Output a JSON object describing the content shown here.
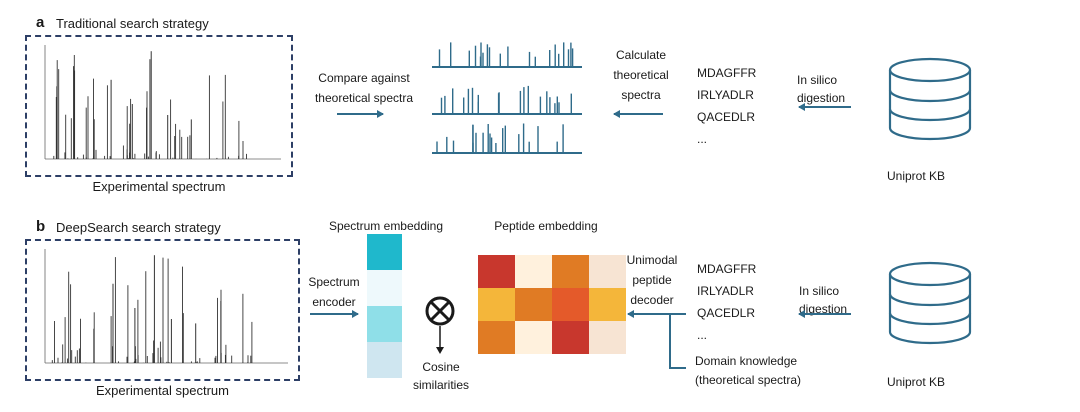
{
  "panel_a": {
    "letter": "a",
    "title": "Traditional search strategy",
    "spectrum_caption": "Experimental spectrum",
    "compare_text": [
      "Compare against",
      "theoretical spectra"
    ],
    "calculate_text": [
      "Calculate",
      "theoretical",
      "spectra"
    ],
    "peptides": [
      "MDAGFFR",
      "IRLYADLR",
      "QACEDLR",
      "..."
    ],
    "digestion_text": [
      "In silico",
      "digestion"
    ],
    "database_label": "Uniprot KB"
  },
  "panel_b": {
    "letter": "b",
    "title": "DeepSearch search strategy",
    "spectrum_caption": "Experimental spectrum",
    "spectrum_embedding_label": "Spectrum embedding",
    "peptide_embedding_label": "Peptide embedding",
    "encoder_text": [
      "Spectrum",
      "encoder"
    ],
    "cosine_text": [
      "Cosine",
      "similarities"
    ],
    "decoder_text": [
      "Unimodal",
      "peptide",
      "decoder"
    ],
    "peptides": [
      "MDAGFFR",
      "IRLYADLR",
      "QACEDLR",
      "..."
    ],
    "digestion_text": [
      "In silico",
      "digestion"
    ],
    "domain_text": [
      "Domain knowledge",
      "(theoretical spectra)"
    ],
    "database_label": "Uniprot KB"
  },
  "colors": {
    "arrow": "#2f6b8a",
    "dashed_border": "#2d3f66",
    "spectrum_embedding": [
      "#1fb8cc",
      "#eef9fc",
      "#8fdfe8",
      "#cfe6f0"
    ],
    "peptide_embedding": [
      [
        "#c8372d",
        "#fff1dd",
        "#e07b24",
        "#f7e4d3"
      ],
      [
        "#f4b63a",
        "#e07b24",
        "#e45a2a",
        "#f4b63a"
      ],
      [
        "#e07b24",
        "#fff1dd",
        "#c8372d",
        "#f7e4d3"
      ]
    ]
  },
  "icons": [
    "database-icon",
    "cosine-similarity-icon"
  ]
}
